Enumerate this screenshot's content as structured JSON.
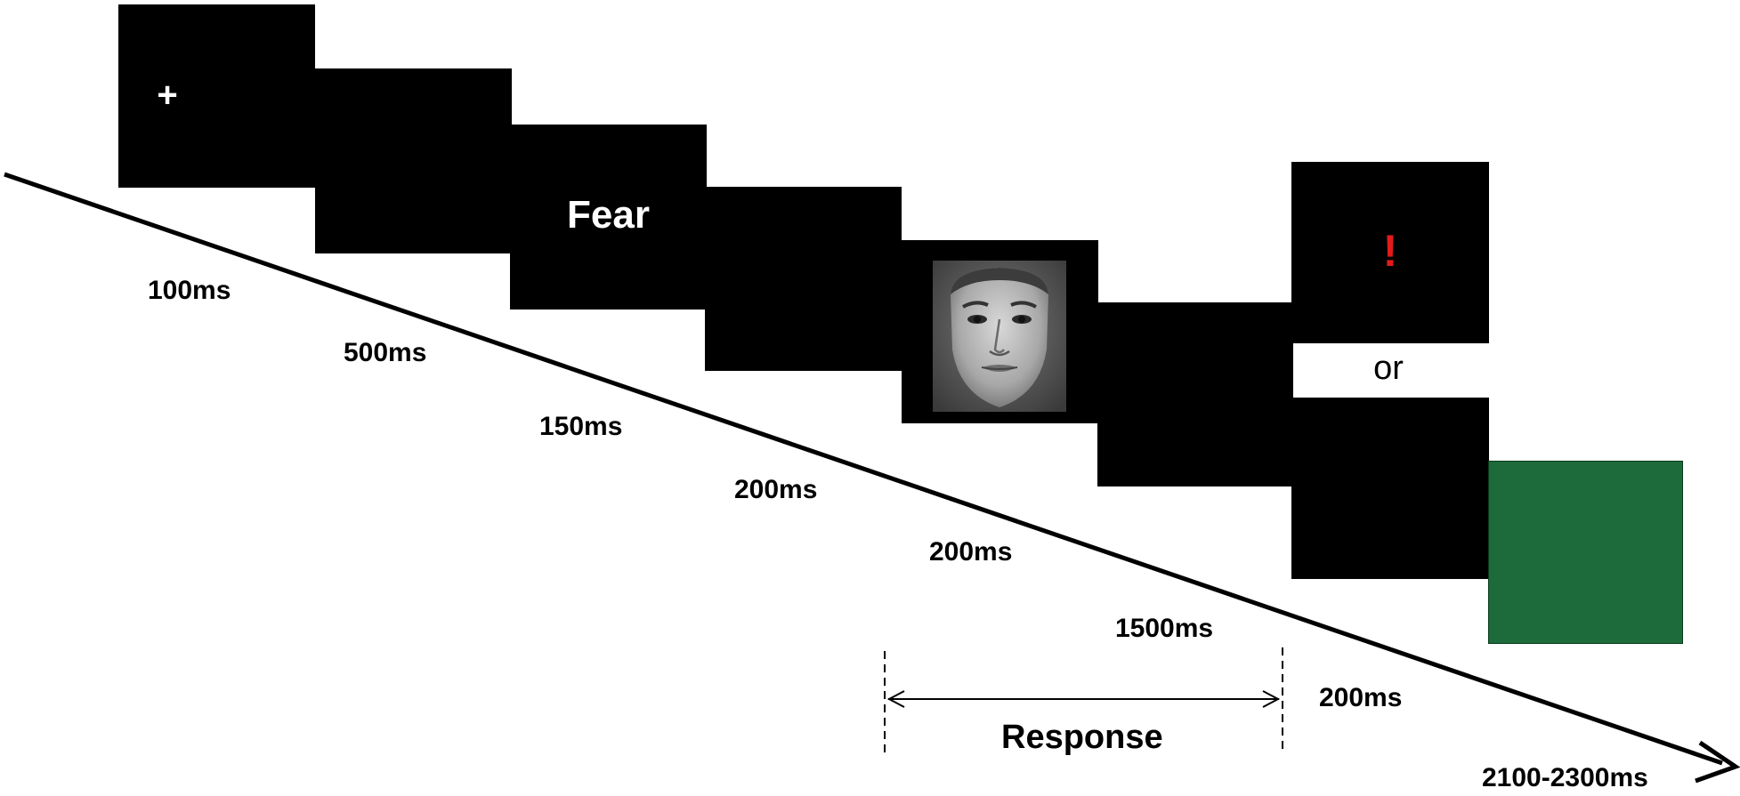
{
  "frames": {
    "fixation": {
      "symbol": "+"
    },
    "cue": {
      "word": "Fear"
    },
    "face": {
      "description_icon": "face-photo-icon"
    },
    "feedback_alert": {
      "symbol": "!",
      "symbol_color": "#e31b1b"
    },
    "or_label": "or",
    "feedback_green": {
      "color": "#1d6b3a"
    }
  },
  "durations": [
    "100ms",
    "500ms",
    "150ms",
    "200ms",
    "200ms",
    "1500ms",
    "200ms",
    "2100-2300ms"
  ],
  "response": {
    "label": "Response"
  }
}
